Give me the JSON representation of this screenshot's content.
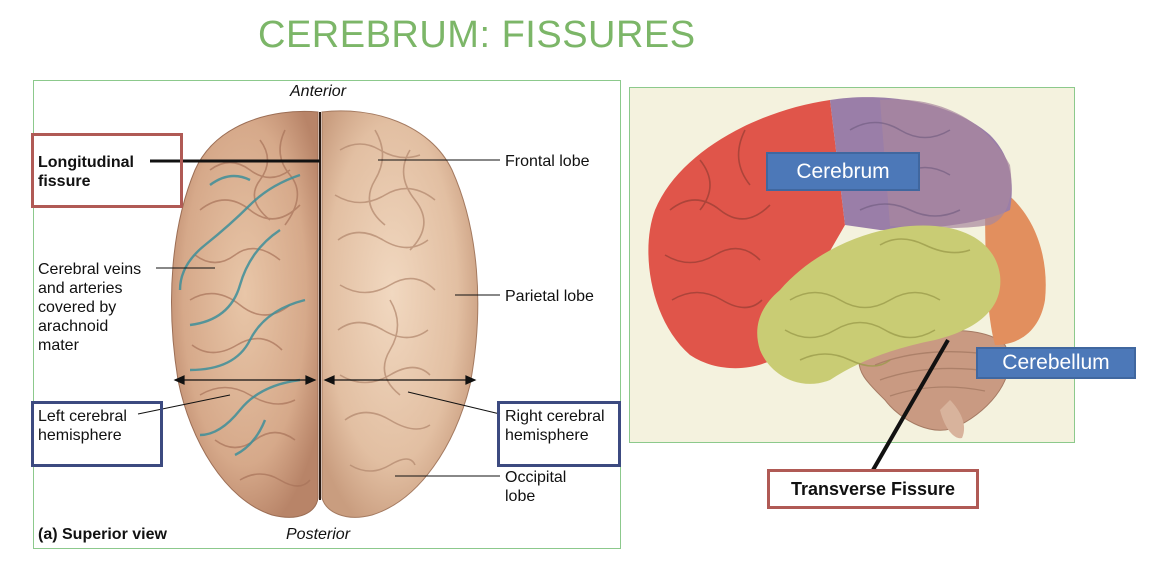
{
  "title": "CEREBRUM: FISSURES",
  "left_figure": {
    "orientation_top": "Anterior",
    "orientation_bottom": "Posterior",
    "view_caption": "(a) Superior view",
    "labels": {
      "longitudinal_fissure": "Longitudinal\nfissure",
      "frontal_lobe": "Frontal lobe",
      "cerebral_veins": "Cerebral veins\nand arteries\ncovered by\narachnoid\nmater",
      "parietal_lobe": "Parietal lobe",
      "left_hemisphere": "Left cerebral\nhemisphere",
      "right_hemisphere": "Right cerebral\nhemisphere",
      "occipital_lobe": "Occipital\nlobe"
    }
  },
  "right_figure": {
    "cerebrum_tag": "Cerebrum",
    "cerebellum_tag": "Cerebellum",
    "transverse_fissure": "Transverse Fissure"
  },
  "colors": {
    "title": "#7cb668",
    "panel_border": "#8cc98c",
    "red_box": "#b05a55",
    "blue_box": "#3c4a80",
    "tag_fill": "#4c78b8"
  }
}
